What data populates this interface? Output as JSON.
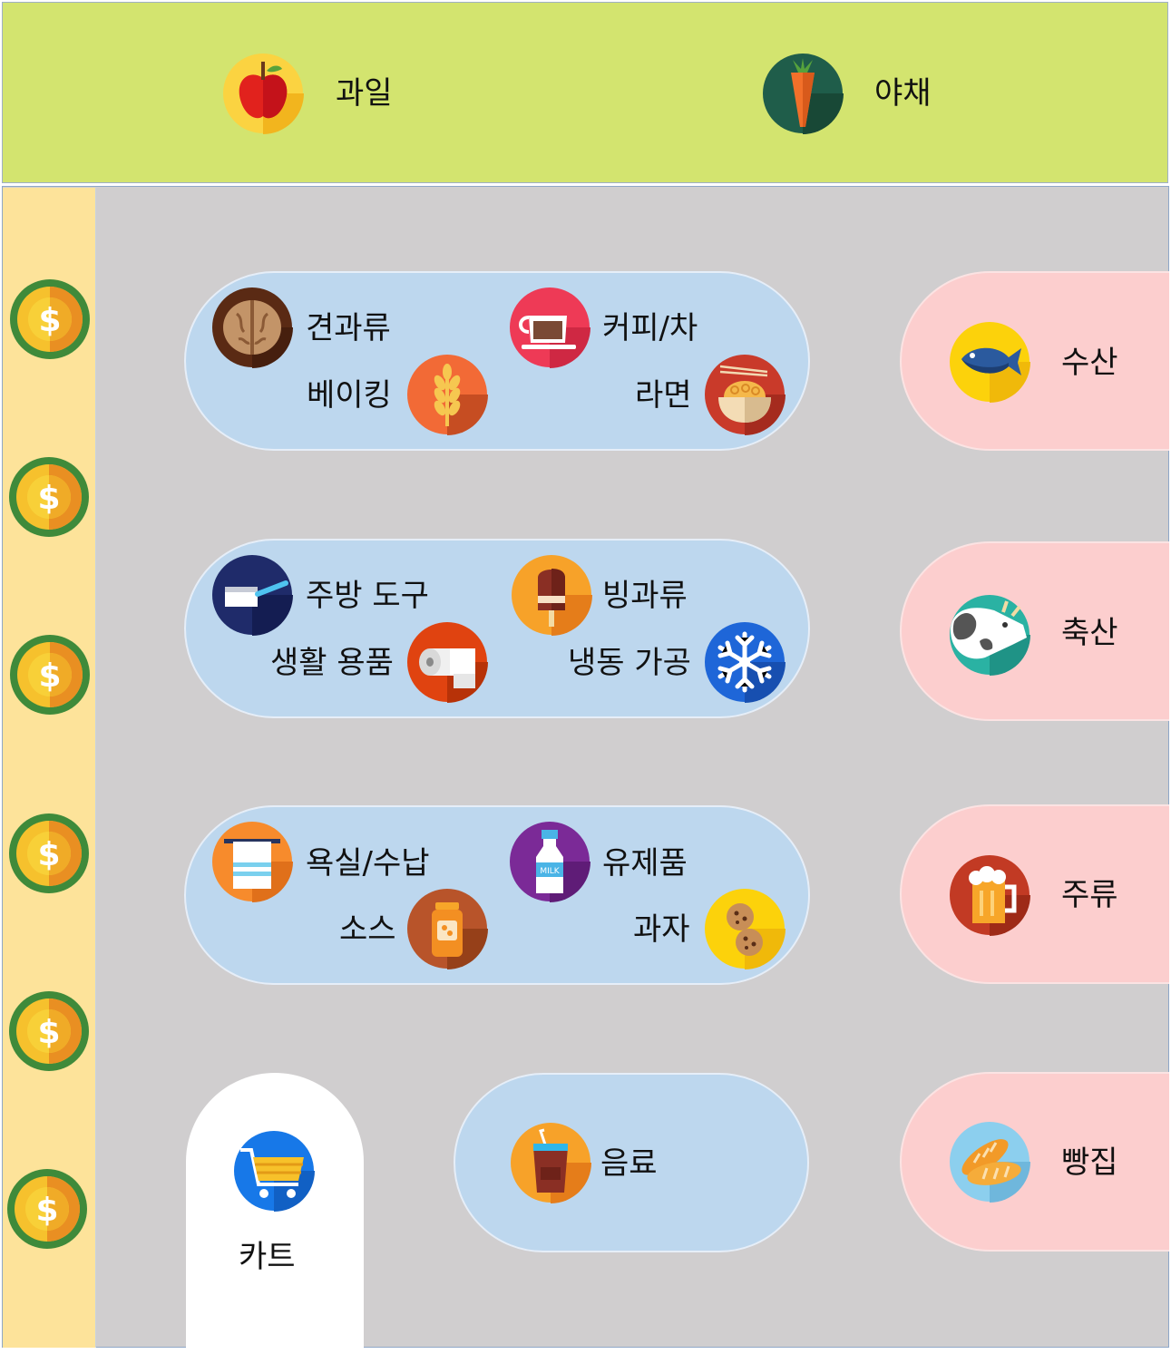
{
  "top_section": {
    "fruit_label": "과일",
    "vegetable_label": "야채"
  },
  "aisles": {
    "aisle1": {
      "nuts": "견과류",
      "coffee_tea": "커피/차",
      "baking": "베이킹",
      "ramen": "라면"
    },
    "aisle2": {
      "kitchenware": "주방 도구",
      "ice_cream": "빙과류",
      "household": "생활 용품",
      "frozen": "냉동 가공"
    },
    "aisle3": {
      "bath_storage": "욕실/수납",
      "dairy": "유제품",
      "sauce": "소스",
      "snacks": "과자"
    },
    "aisle4": {
      "beverage": "음료"
    }
  },
  "side_sections": {
    "seafood": "수산",
    "meat": "축산",
    "liquor": "주류",
    "bakery": "빵집"
  },
  "cart": {
    "label": "카트"
  },
  "checkout": {
    "coin_icon_count": 6
  },
  "colors": {
    "produce_band": "#d3e46f",
    "floor": "#d0cecf",
    "checkout_lane": "#fde39a",
    "aisle": "#bdd7ee",
    "side_section": "#fccece",
    "cart_area": "#ffffff"
  }
}
